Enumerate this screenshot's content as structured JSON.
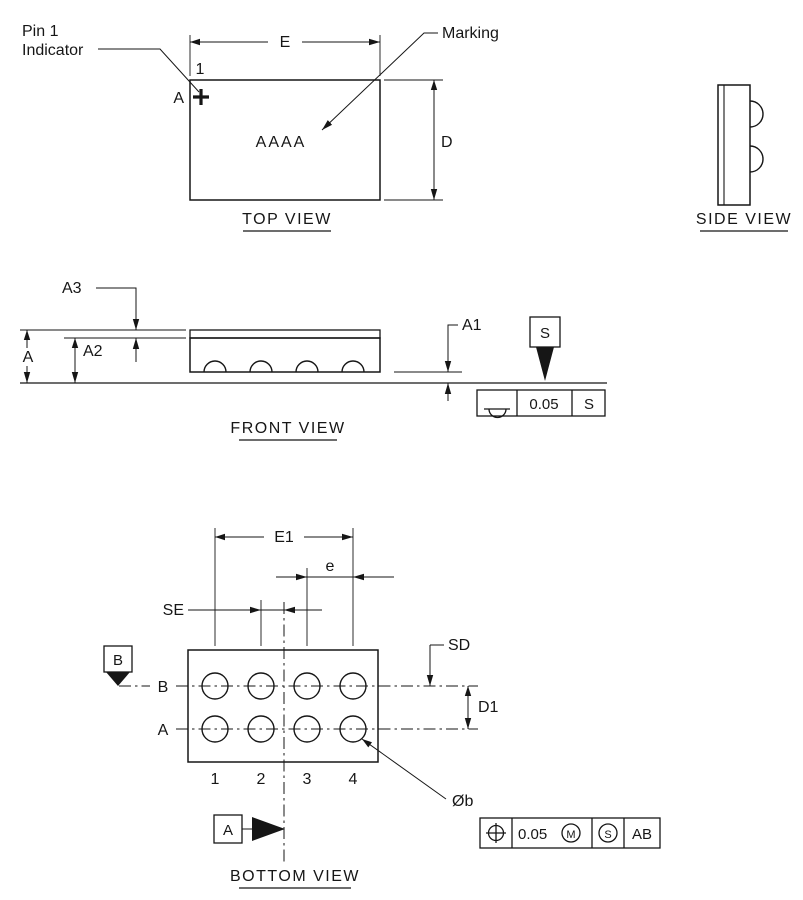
{
  "drawing": {
    "background": "#ffffff",
    "line_color": "#161616"
  },
  "symbols": {
    "pin1_icon": "bold-cross",
    "position_icon": "circle-crosshair",
    "seating_plane_icon": "half-dome-on-line",
    "datum_icon": "filled-triangle",
    "diameter_glyph": "Ø"
  },
  "top_view": {
    "title": "TOP VIEW",
    "pin1_indicator_line1": "Pin 1",
    "pin1_indicator_line2": "Indicator",
    "pin1_number": "1",
    "datum_a_label": "A",
    "dim_e": "E",
    "dim_d": "D",
    "marking_callout": "Marking",
    "marking_text": "AAAA"
  },
  "side_view": {
    "title": "SIDE VIEW"
  },
  "front_view": {
    "title": "FRONT VIEW",
    "dim_a": "A",
    "dim_a1": "A1",
    "dim_a2": "A2",
    "dim_a3": "A3",
    "datum_s": "S",
    "fcf": {
      "symbol_name": "seating-plane",
      "tolerance": "0.05",
      "datum": "S"
    }
  },
  "bottom_view": {
    "title": "BOTTOM VIEW",
    "dim_e1": "E1",
    "dim_e_pitch": "e",
    "dim_se": "SE",
    "dim_sd": "SD",
    "dim_d1": "D1",
    "row_label_b": "B",
    "row_label_a": "A",
    "datum_b": "B",
    "datum_a": "A",
    "pin_numbers": [
      "1",
      "2",
      "3",
      "4"
    ],
    "ball_diameter_label": "Øb",
    "fcf": {
      "symbol_name": "position",
      "tolerance": "0.05",
      "material_modifier": "M",
      "datum_s": "S",
      "datum_refs": "AB"
    }
  }
}
